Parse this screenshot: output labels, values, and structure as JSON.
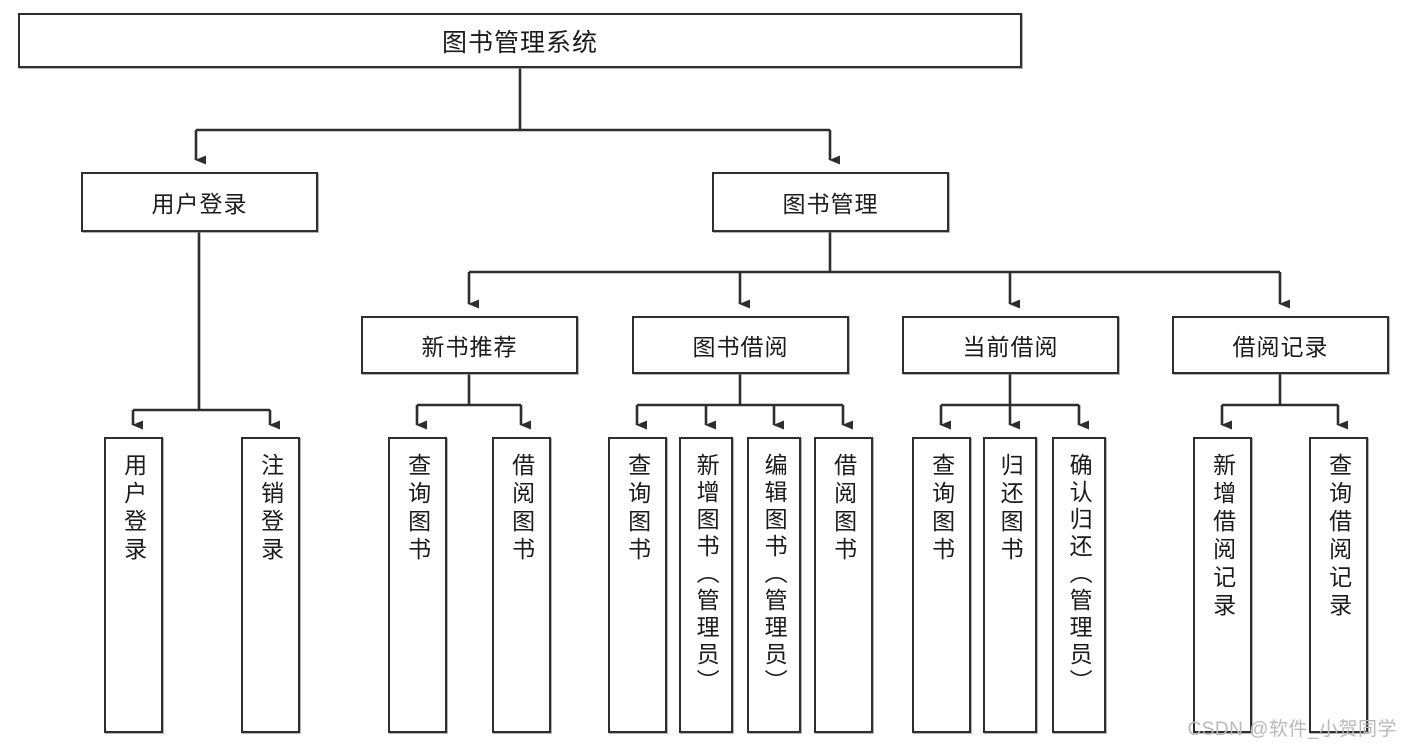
{
  "diagram": {
    "title": "图书管理系统",
    "type": "hierarchy-tree",
    "colors": {
      "stroke": "#2e2e2e",
      "fill": "#ffffff",
      "text": "#1b1b1b",
      "watermark": "#b9b9b9"
    }
  },
  "root": {
    "label": "图书管理系统"
  },
  "level2": [
    {
      "label": "用户登录"
    },
    {
      "label": "图书管理"
    }
  ],
  "level3": [
    {
      "label": "新书推荐"
    },
    {
      "label": "图书借阅"
    },
    {
      "label": "当前借阅"
    },
    {
      "label": "借阅记录"
    }
  ],
  "leaves": {
    "user_login": [
      {
        "label": "用户登录"
      },
      {
        "label": "注销登录"
      }
    ],
    "new_book": [
      {
        "label": "查询图书"
      },
      {
        "label": "借阅图书"
      }
    ],
    "book_borrow": [
      {
        "label": "查询图书"
      },
      {
        "label": "新增图书（管理员）"
      },
      {
        "label": "编辑图书（管理员）"
      },
      {
        "label": "借阅图书"
      }
    ],
    "current_borrow": [
      {
        "label": "查询图书"
      },
      {
        "label": "归还图书"
      },
      {
        "label": "确认归还（管理员）"
      }
    ],
    "borrow_record": [
      {
        "label": "新增借阅记录"
      },
      {
        "label": "查询借阅记录"
      }
    ]
  },
  "watermark": {
    "text": "CSDN @软件_小贺同学"
  }
}
